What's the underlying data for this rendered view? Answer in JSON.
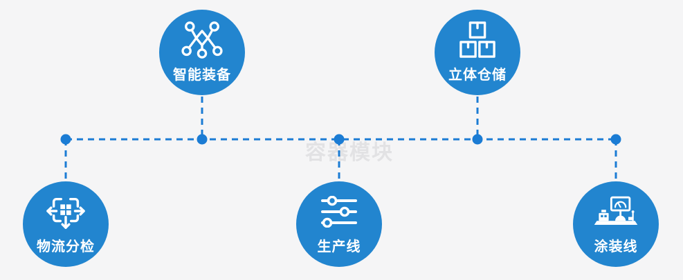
{
  "watermark": "容器模块",
  "colors": {
    "background": "#f5f5f6",
    "circle": "#2285cf",
    "connector": "#1b7cd4",
    "watermark": "#e2e2e4",
    "label": "#ffffff"
  },
  "nodes": [
    {
      "id": "smart-equipment",
      "label": "智能装备",
      "icon": "network-nodes-icon"
    },
    {
      "id": "stereo-warehouse",
      "label": "立体仓储",
      "icon": "stacked-boxes-icon"
    },
    {
      "id": "logistics-sorting",
      "label": "物流分检",
      "icon": "sorting-arrows-icon"
    },
    {
      "id": "production-line",
      "label": "生产线",
      "icon": "sliders-icon"
    },
    {
      "id": "painting-line",
      "label": "涂装线",
      "icon": "control-station-icon"
    }
  ]
}
